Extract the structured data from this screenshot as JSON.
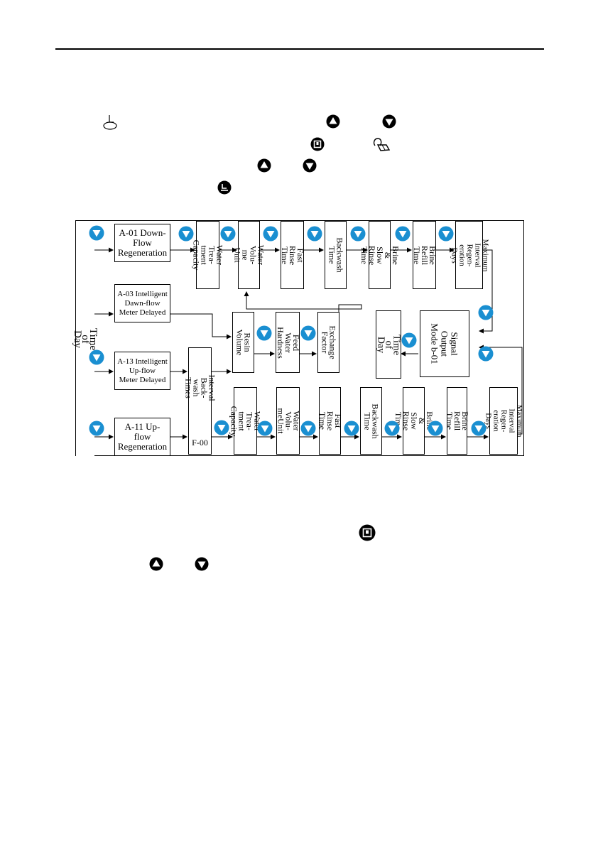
{
  "page": {
    "number": ""
  },
  "icons": {
    "up_arrow": "up-arrow-button-icon",
    "down_arrow": "down-arrow-button-icon",
    "menu": "menu-button-icon",
    "set": "set-button-icon",
    "clock": "clock-icon",
    "lock": "lock-icon",
    "accent_color": "#1a8fd1"
  },
  "diagram": {
    "time_of_day": "Time of Day",
    "branches": [
      {
        "label": "A-01 Down-\nFlow\nRegeneration"
      },
      {
        "label": "A-03 Intelligent\nDawn-flow\nMeter Delayed"
      },
      {
        "label": "A-13 Intelligent\nUp-flow\nMeter Delayed"
      },
      {
        "label": "A-11 Up-\nflow\nRegeneration"
      }
    ],
    "top_row": [
      "Water Trea-\ntment Capacity",
      "Water Volu-\nme Unit",
      "Fast Rinse\nTime",
      "Backwash\nTime",
      "Brine & Slow\nRinse Time",
      "Brine Refill\nTime",
      "Maximum\nInterval Regen-\neration Days"
    ],
    "middle_row": [
      "Resin\nVolume",
      "Feed Water\nHardness",
      "Exchange\nFactor"
    ],
    "signal_output": "Signal\nOutput\nMode b-01",
    "end_time_of_day": "Time of Day",
    "interval_backwash": "Interval Back-\nwash Times",
    "interval_backwash_code": "F-00",
    "bottom_row": [
      "Water Trea-\ntment Capacity",
      "Water Volu-\nmeUnit",
      "Fast Rinse\nTime",
      "Backwash\nTime",
      "Brine & Slow\nRinse Time",
      "Brine Refill\nTime",
      "Maximum\nInterval Regen-\neration Days"
    ]
  }
}
